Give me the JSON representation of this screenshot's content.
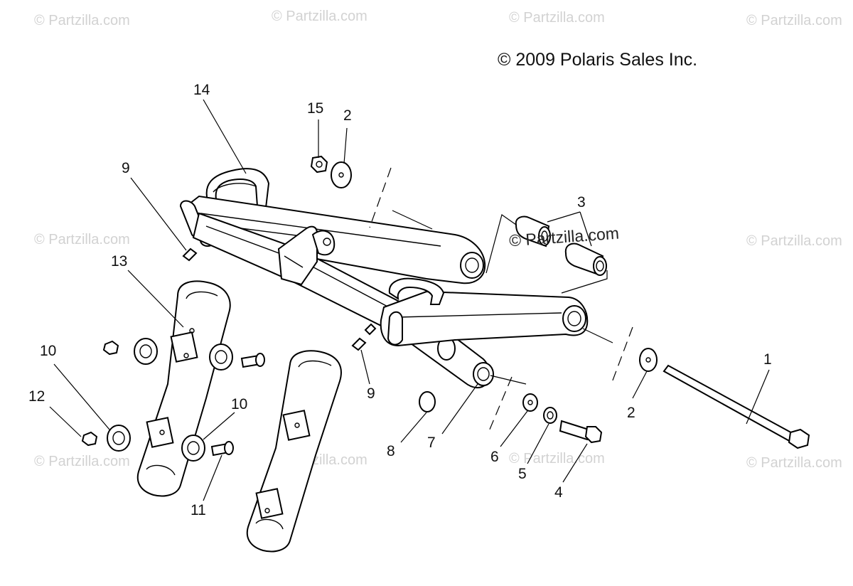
{
  "watermark_text": "© Partzilla.com",
  "copyright": "© 2009 Polaris Sales Inc.",
  "center_watermark": "© Partzilla.com",
  "callouts": {
    "c1": "1",
    "c2a": "2",
    "c2b": "2",
    "c3": "3",
    "c4": "4",
    "c5": "5",
    "c6": "6",
    "c7": "7",
    "c8": "8",
    "c9a": "9",
    "c9b": "9",
    "c10a": "10",
    "c10b": "10",
    "c11": "11",
    "c12": "12",
    "c13": "13",
    "c14": "14",
    "c15": "15"
  }
}
